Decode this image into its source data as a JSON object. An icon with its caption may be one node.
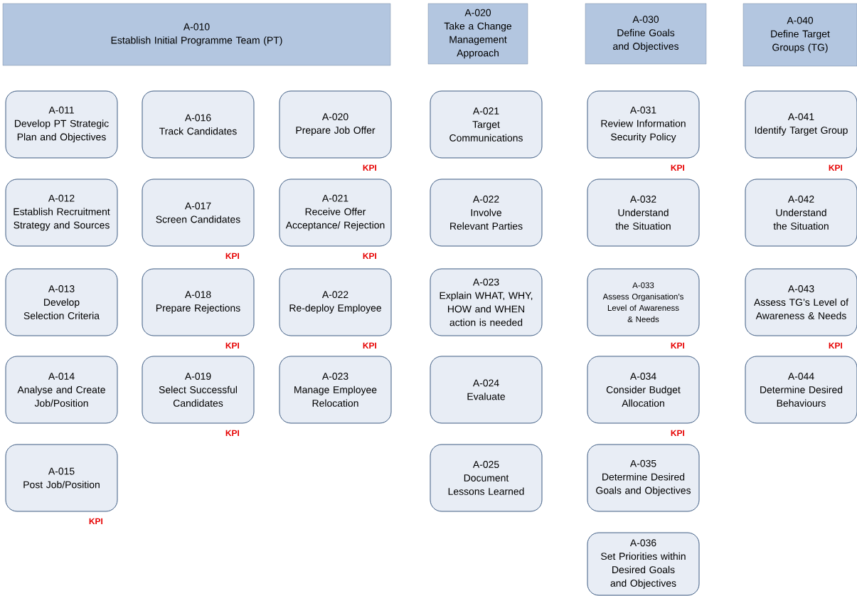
{
  "diagram": {
    "nodes": [
      {
        "text": [
          "A-010",
          "Establish Initial Programme Team (PT)"
        ]
      },
      {
        "text": [
          "A-011",
          "Develop PT Strategic Plan and Objectives"
        ]
      },
      {
        "text": [
          "A-012",
          "Establish Recruitment Strategy and Sources"
        ]
      },
      {
        "text": [
          "A-013",
          "Develop Selection Criteria"
        ]
      },
      {
        "text": [
          "A-014",
          "Analyse and Create Job/Position"
        ]
      },
      {
        "text": [
          "A-015",
          "Post Job/Position"
        ],
        "beside": [
          "KPI"
        ]
      },
      {
        "text": [
          "A-016",
          "Track Candidates"
        ]
      },
      {
        "text": [
          "A-017",
          "Screen Candidates"
        ],
        "beside": [
          "KPI"
        ]
      },
      {
        "text": [
          "A-018",
          "Prepare Rejections"
        ],
        "beside": [
          "KPI"
        ]
      },
      {
        "text": [
          "A-019",
          "Select Successful Candidates"
        ],
        "beside": [
          "KPI"
        ]
      },
      {
        "text": [
          "A-020",
          "Prepare Job Offer"
        ],
        "beside": [
          "KPI"
        ]
      },
      {
        "text": [
          "A-021",
          "Receive Offer Acceptance/ Rejection"
        ],
        "beside": [
          "KPI"
        ]
      },
      {
        "text": [
          "A-022",
          "Re-deploy Employee"
        ],
        "beside": [
          "KPI"
        ]
      },
      {
        "text": [
          "A-023",
          "Manage Employee Relocation"
        ]
      },
      {
        "text": [
          "A-020",
          "Take a Change Management Approach"
        ]
      },
      {
        "text": [
          "A-021",
          "Target Communications"
        ]
      },
      {
        "text": [
          "A-022",
          "Involve Relevant Parties"
        ]
      },
      {
        "text": [
          "A-023",
          "Explain WHAT, WHY, HOW and WHEN action is needed"
        ]
      },
      {
        "text": [
          "A-024",
          "Evaluate"
        ]
      },
      {
        "text": [
          "A-025",
          "Document Lessons Learned"
        ]
      },
      {
        "text": [
          "A-030",
          "Define Goals and Objectives"
        ]
      },
      {
        "text": [
          "A-031",
          "Review Information Security Policy"
        ],
        "beside": [
          "KPI"
        ]
      },
      {
        "text": [
          "A-032",
          "Understand the Situation"
        ]
      },
      {
        "text": [
          "A-033",
          "Assess Organisation’s Level of Awareness & Needs"
        ],
        "beside": [
          "KPI"
        ]
      },
      {
        "text": [
          "A-034",
          "Consider Budget Allocation"
        ],
        "beside": [
          "KPI"
        ]
      },
      {
        "text": [
          "A-035",
          "Determine Desired Goals and Objectives"
        ]
      },
      {
        "text": [
          "A-036",
          "Set Priorities within Desired Goals and Objectives"
        ]
      },
      {
        "text": [
          "A-040",
          "Define Target Groups (TG)"
        ]
      },
      {
        "text": [
          "A-041",
          "Identify Target Group"
        ],
        "beside": [
          "KPI"
        ]
      },
      {
        "text": [
          "A-042",
          "Understand the Situation"
        ]
      },
      {
        "text": [
          "A-043",
          "Assess TG’s Level of Awareness & Needs"
        ],
        "beside": [
          "KPI"
        ]
      },
      {
        "text": [
          "A-044",
          "Determine Desired Behaviours"
        ]
      }
    ]
  }
}
